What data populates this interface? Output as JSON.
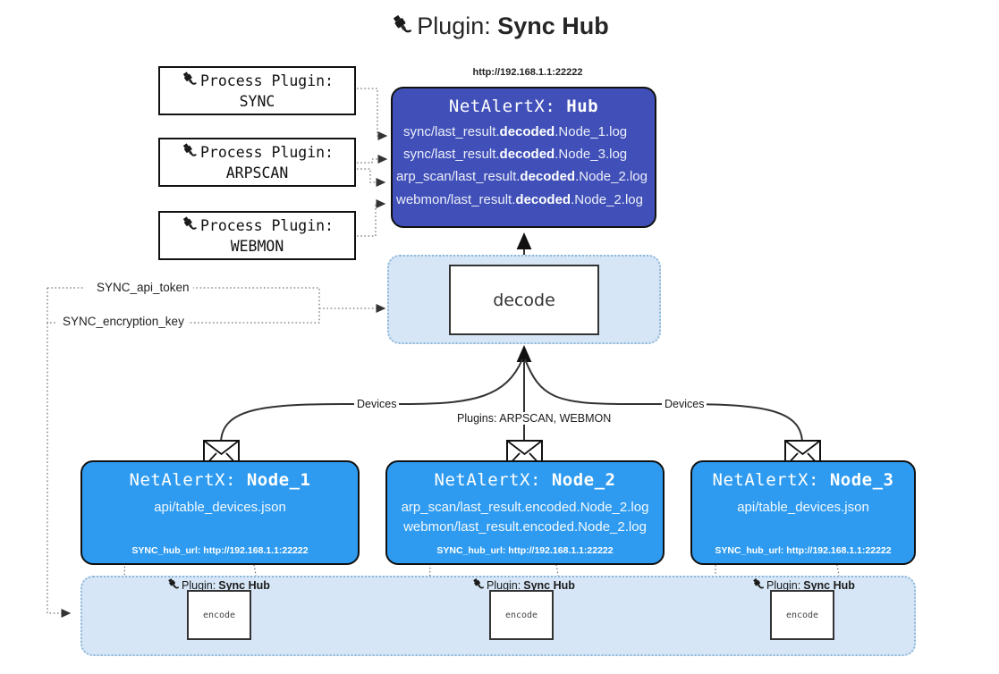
{
  "title": {
    "icon": "electric-plug-icon",
    "prefix": "Plugin:",
    "name": "Sync Hub"
  },
  "colors": {
    "hub_fill": "#4050b8",
    "node_fill": "#2e9bf0",
    "container_fill": "#d6e6f7",
    "container_border": "#8fb8d8",
    "box_border": "#111111",
    "page_bg": "#ffffff"
  },
  "process_plugins": [
    {
      "icon": "electric-plug-icon",
      "line1": "Process Plugin:",
      "line2": "SYNC"
    },
    {
      "icon": "electric-plug-icon",
      "line1": "Process Plugin:",
      "line2": "ARPSCAN"
    },
    {
      "icon": "electric-plug-icon",
      "line1": "Process Plugin:",
      "line2": "WEBMON"
    }
  ],
  "hub": {
    "url": "http://192.168.1.1:22222",
    "title_prefix": "NetAlertX:",
    "title_name": "Hub",
    "logs": [
      {
        "pre": "sync/last_result.",
        "mid": "decoded",
        "post": ".Node_1.log"
      },
      {
        "pre": "sync/last_result.",
        "mid": "decoded",
        "post": ".Node_3.log"
      },
      {
        "pre": "arp_scan/last_result.",
        "mid": "decoded",
        "post": ".Node_2.log"
      },
      {
        "pre": "webmon/last_result.",
        "mid": "decoded",
        "post": ".Node_2.log"
      }
    ]
  },
  "decode": {
    "label": "decode"
  },
  "tokens": [
    {
      "label": "SYNC_api_token"
    },
    {
      "label": "SYNC_encryption_key"
    }
  ],
  "edge_captions": {
    "devices_left": "Devices",
    "devices_right": "Devices",
    "plugins_center": "Plugins: ARPSCAN, WEBMON"
  },
  "nodes": [
    {
      "title_prefix": "NetAlertX:",
      "title_name": "Node_1",
      "paths": [
        "api/table_devices.json"
      ],
      "hub_url_label": "SYNC_hub_url: http://192.168.1.1:22222",
      "envelope_icon": "envelope-icon"
    },
    {
      "title_prefix": "NetAlertX:",
      "title_name": "Node_2",
      "paths": [
        "arp_scan/last_result.encoded.Node_2.log",
        "webmon/last_result.encoded.Node_2.log"
      ],
      "hub_url_label": "SYNC_hub_url: http://192.168.1.1:22222",
      "envelope_icon": "envelope-icon"
    },
    {
      "title_prefix": "NetAlertX:",
      "title_name": "Node_3",
      "paths": [
        "api/table_devices.json"
      ],
      "hub_url_label": "SYNC_hub_url: http://192.168.1.1:22222",
      "envelope_icon": "envelope-icon"
    }
  ],
  "band_plugins": [
    {
      "icon": "electric-plug-icon",
      "prefix": "Plugin:",
      "name": "Sync Hub",
      "encode_label": "encode"
    },
    {
      "icon": "electric-plug-icon",
      "prefix": "Plugin:",
      "name": "Sync Hub",
      "encode_label": "encode"
    },
    {
      "icon": "electric-plug-icon",
      "prefix": "Plugin:",
      "name": "Sync Hub",
      "encode_label": "encode"
    }
  ]
}
